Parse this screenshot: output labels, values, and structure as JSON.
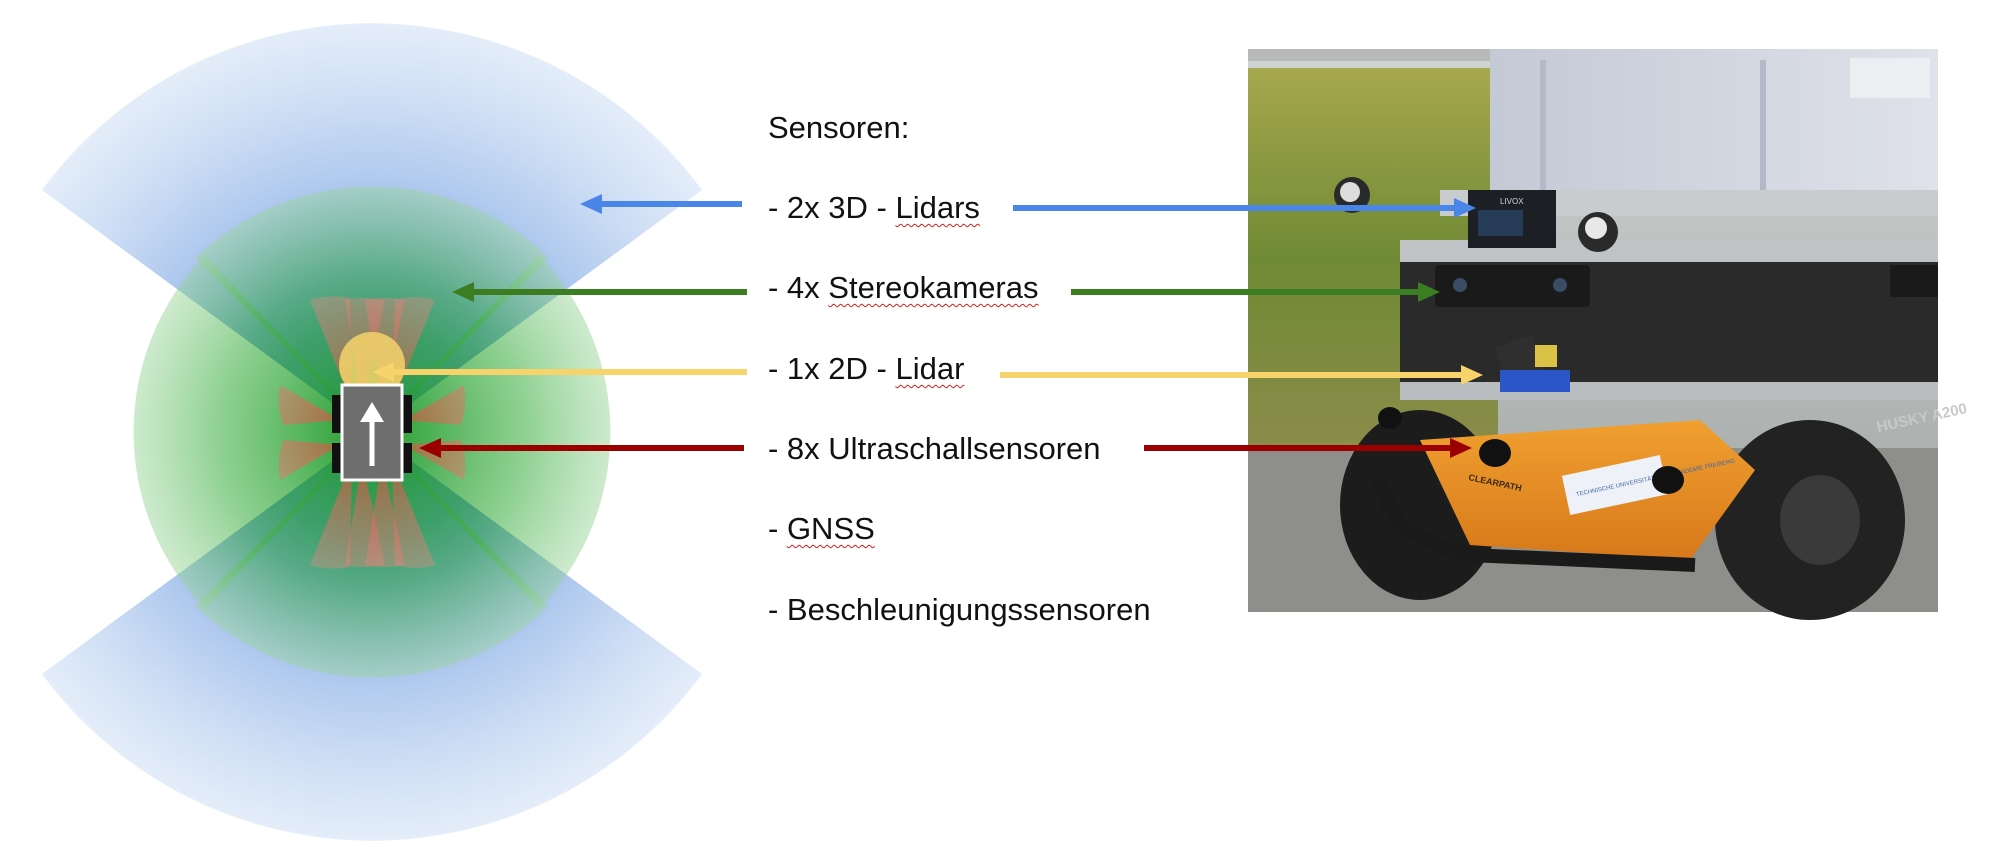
{
  "colors": {
    "lidar3d": "#4a86e8",
    "stereo": "#3c7d22",
    "lidar2d": "#f6d36b",
    "ultrasonic": "#9b0000",
    "lidar3d_fov": "#8fb4e3",
    "stereo_fov": "#5cbf5c",
    "ultrasonic_fov": "#e0605a",
    "robot": "#6e6e6e",
    "wheel": "#111111"
  },
  "icons": {
    "robot_direction": "up-arrow-icon"
  },
  "title": "Sensoren:",
  "sensors": {
    "lidar3d": {
      "prefix": "- 2x 3D - ",
      "word": "Lidars"
    },
    "stereo": {
      "prefix": "- 4x ",
      "word": "Stereokameras"
    },
    "lidar2d": {
      "prefix": "- 1x 2D - ",
      "word": "Lidar"
    },
    "ultrasonic": {
      "label": "- 8x Ultraschallsensoren"
    },
    "gnss": {
      "prefix": "- ",
      "word": "GNSS"
    },
    "accel": {
      "label": "- Beschleunigungssensoren"
    }
  },
  "photo": {
    "lidar_brand": "LIVOX",
    "robot_model": "HUSKY A200",
    "sticker": "TECHNISCHE UNIVERSITÄT BERGAKADEMIE FREIBERG",
    "brand": "CLEARPATH"
  }
}
